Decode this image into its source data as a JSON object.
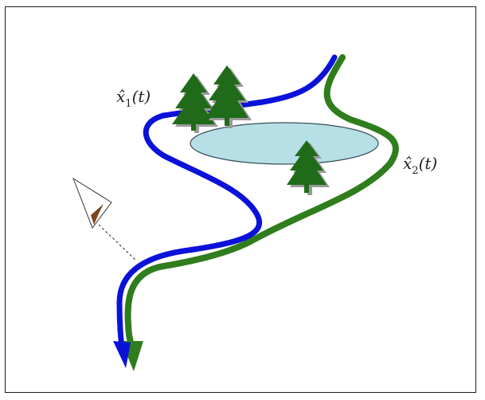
{
  "labels": {
    "path1": "x̂",
    "path1_sub": "1",
    "path1_arg": "(t)",
    "path2": "x̂",
    "path2_sub": "2",
    "path2_arg": "(t)"
  },
  "colors": {
    "path1": "#0b12d8",
    "path2": "#2f7d1c",
    "lake_fill": "#b6e0e6",
    "lake_stroke": "#3a4e5a",
    "tree": "#1f6b19",
    "tree_shadow": "#9a9a9a",
    "compass_needle": "#7a4520"
  }
}
